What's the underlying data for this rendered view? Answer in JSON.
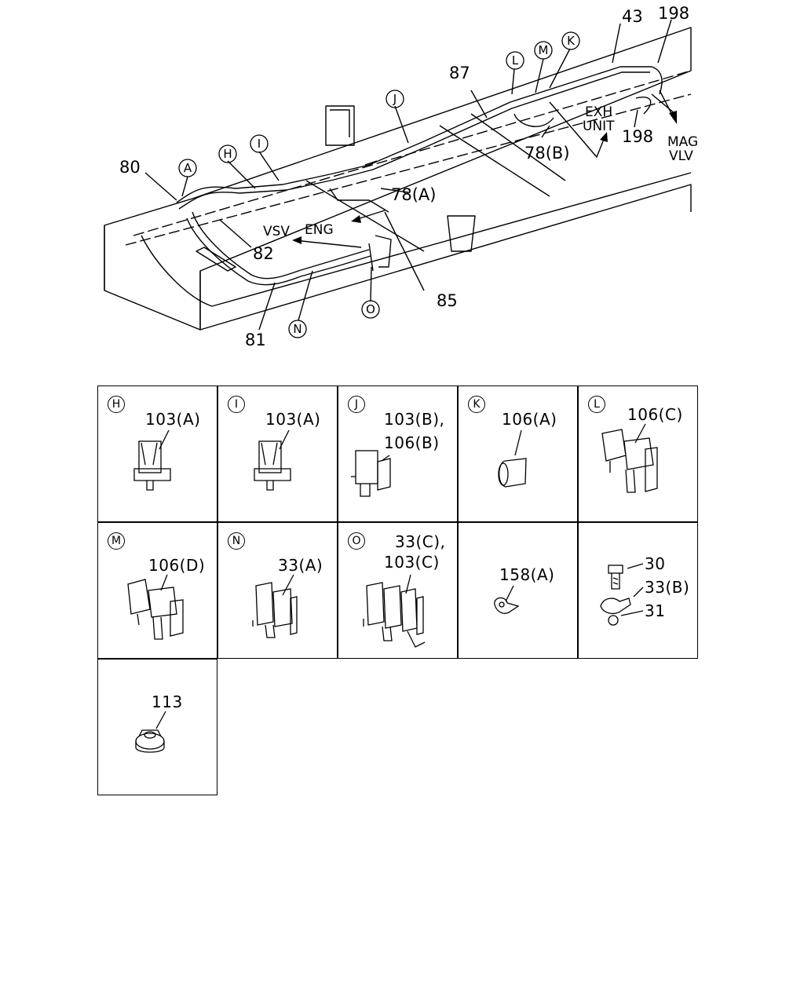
{
  "diagram": {
    "callouts": {
      "n80": "80",
      "n82": "82",
      "n81": "81",
      "n85": "85",
      "n87": "87",
      "n43": "43",
      "n198a": "198",
      "n198b": "198",
      "n78a": "78(A)",
      "n78b": "78(B)"
    },
    "markers": {
      "A": "A",
      "H": "H",
      "I": "I",
      "J": "J",
      "L": "L",
      "M": "M",
      "K": "K",
      "N": "N",
      "O": "O"
    },
    "directions": {
      "vsv": "VSV",
      "eng": "ENG",
      "exh1": "EXH",
      "exh2": "UNIT",
      "mag1": "MAG",
      "mag2": "VLV"
    }
  },
  "details": [
    {
      "letter": "H",
      "parts": [
        "103(A)"
      ]
    },
    {
      "letter": "I",
      "parts": [
        "103(A)"
      ]
    },
    {
      "letter": "J",
      "parts": [
        "103(B),",
        "106(B)"
      ]
    },
    {
      "letter": "K",
      "parts": [
        "106(A)"
      ]
    },
    {
      "letter": "L",
      "parts": [
        "106(C)"
      ]
    },
    {
      "letter": "M",
      "parts": [
        "106(D)"
      ]
    },
    {
      "letter": "N",
      "parts": [
        "33(A)"
      ]
    },
    {
      "letter": "O",
      "parts": [
        "33(C),",
        "103(C)"
      ]
    },
    {
      "letter": "",
      "parts": [
        "158(A)"
      ]
    },
    {
      "letter": "",
      "parts": [
        "30",
        "33(B)",
        "31"
      ]
    },
    {
      "letter": "",
      "parts": [
        "113"
      ]
    }
  ]
}
